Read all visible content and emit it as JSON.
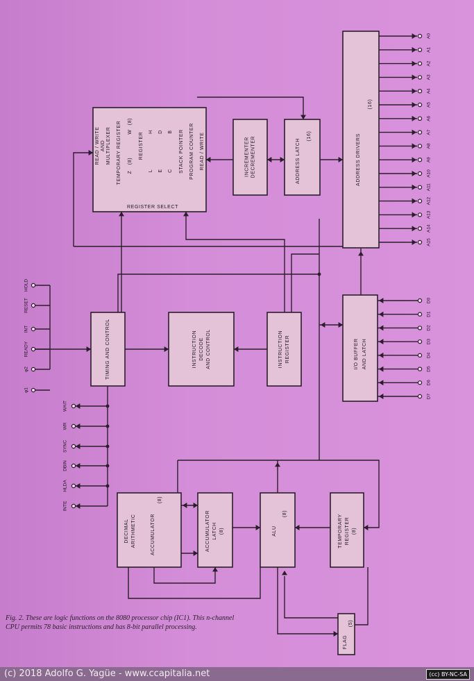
{
  "caption": "Fig. 2. These are logic functions on the 8080 processor chip (IC1). This n-channel CPU permits 78 basic instructions and has 8-bit parallel processing.",
  "footer": {
    "credit": "(c) 2018 Adolfo G. Yagüe - www.ccapitalia.net",
    "license": "(cc) BY-NC-SA"
  },
  "blocks": {
    "register_array": {
      "read_write_mux": [
        "READ / WRITE",
        "AND",
        "MULTIPLEXER"
      ],
      "temporary_register": "TEMPORARY REGISTER",
      "zw": [
        "Z",
        "(8)",
        "W",
        "(8)"
      ],
      "register": "REGISTER",
      "lh": [
        "L",
        "H"
      ],
      "ed": [
        "E",
        "D"
      ],
      "cb": [
        "C",
        "B"
      ],
      "stack_pointer": "STACK POINTER",
      "program_counter": "PROGRAM COUNTER",
      "read_write": "READ / WRITE",
      "register_select": "REGISTER SELECT"
    },
    "incrementer": [
      "INCREMENTER",
      "DECREMENTER"
    ],
    "address_latch": [
      "ADDRESS LATCH",
      "(16)"
    ],
    "address_drivers": [
      "ADDRESS DRIVERS",
      "(16)"
    ],
    "timing": "TIMING AND CONTROL",
    "decode": [
      "INSTRUCTION",
      "DECODE",
      "AND CONTROL"
    ],
    "instr_reg": [
      "INSTRUCTION",
      "REGISTER"
    ],
    "io_buffer": [
      "I/O BUFFER",
      "AND LATCH"
    ],
    "decimal": [
      "DECIMAL",
      "ARITHMETIC"
    ],
    "accumulator": [
      "ACCUMULATOR",
      "(8)"
    ],
    "acc_latch": [
      "ACCUMULATOR",
      "LATCH",
      "(8)"
    ],
    "alu": [
      "ALU",
      "(8)"
    ],
    "temp_reg": [
      "TEMPORARY",
      "REGISTER",
      "(8)"
    ],
    "flag": [
      "FLAG",
      "(5)"
    ]
  },
  "address_pins": [
    "A0",
    "A1",
    "A2",
    "A3",
    "A4",
    "A5",
    "A6",
    "A7",
    "A8",
    "A9",
    "A10",
    "A11",
    "A12",
    "A13",
    "A14",
    "A15"
  ],
  "data_pins": [
    "D0",
    "D1",
    "D2",
    "D3",
    "D4",
    "D5",
    "D6",
    "D7"
  ],
  "control_in_pins": [
    "HOLD",
    "RESET",
    "INT",
    "READY",
    "φ2",
    "φ1"
  ],
  "control_out_pins": [
    "WAIT",
    "WR",
    "SYNC",
    "DBIN",
    "HLDA",
    "INTE"
  ]
}
